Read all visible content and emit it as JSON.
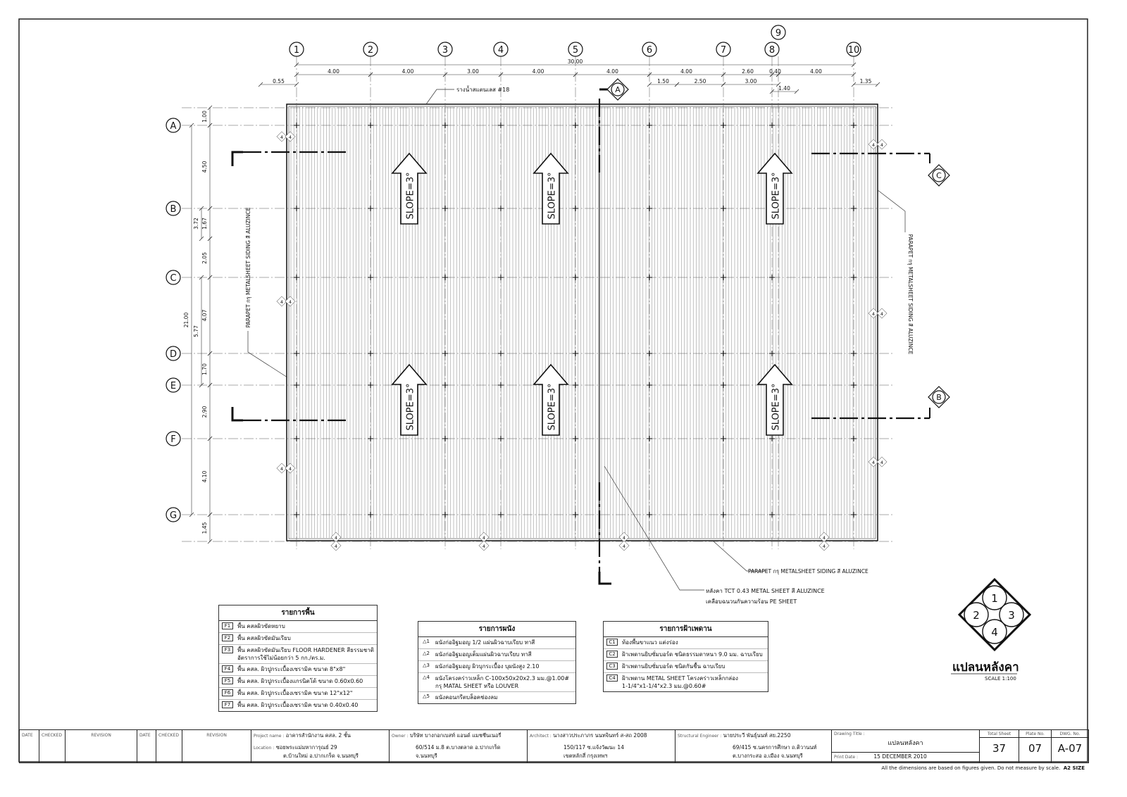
{
  "grid": {
    "columns": [
      "1",
      "2",
      "3",
      "4",
      "5",
      "6",
      "7",
      "8",
      "9",
      "10"
    ],
    "rows": [
      "A",
      "B",
      "C",
      "D",
      "E",
      "F",
      "G"
    ],
    "overall_width": "30.00",
    "col_dims": [
      "4.00",
      "4.00",
      "3.00",
      "4.00",
      "4.00",
      "4.00",
      "2.60",
      "0.40",
      "4.00"
    ],
    "left_overhang": "0.55",
    "right_overhang": "1.35",
    "sub_dims": [
      "1.50",
      "2.50",
      "3.00"
    ],
    "sub_dim_89": "1.40",
    "overall_height": "21.00",
    "row_dims": [
      "4.50",
      "1.67",
      "2.05",
      "4.07",
      "1.70",
      "2.90",
      "4.10"
    ],
    "top_overhang": "1.00",
    "bottom_overhang": "1.45",
    "bc_dim": "3.72",
    "ce_dim": "5.77"
  },
  "labels": {
    "slope": "SLOPE=3°",
    "gutter": "รางน้ำสแตนเลส #18",
    "parapet_vertical": "PARAPET กรุ METALSHEET SIDING สี ALUZINCE",
    "parapet_bottom": "PARAPET กรุ METALSHEET SIDING สี ALUZINCE",
    "roof_note_1": "หลังคา TCT 0.43 METAL SHEET สี ALUZINCE",
    "roof_note_2": "เคลือบฉนวนกันความร้อน PE SHEET",
    "section_a": "A",
    "section_b": "B",
    "section_c": "C",
    "tag_4": "4"
  },
  "legends": {
    "floor": {
      "title": "รายการพื้น",
      "items": [
        {
          "code": "F1",
          "text": "พื้น คสลผิวขัดหยาบ"
        },
        {
          "code": "F2",
          "text": "พื้น คสลผิวขัดมันเรียบ"
        },
        {
          "code": "F3",
          "text": "พื้น คสลผิวขัดมันเรียบ FLOOR HARDENER สีธรรมชาติ\nอัตราการใช้ไม่น้อยกว่า 5 กก./ตร.ม."
        },
        {
          "code": "F4",
          "text": "พื้น คสล. ผิวปูกระเบื้องเซรามิค ขนาด 8\"x8\""
        },
        {
          "code": "F5",
          "text": "พื้น คสล. ผิวปูกระเบื้องแกรนิตโต้ ขนาด 0.60x0.60"
        },
        {
          "code": "F6",
          "text": "พื้น คสล. ผิวปูกระเบื้องเซรามิค ขนาด 12\"x12\""
        },
        {
          "code": "F7",
          "text": "พื้น คสล. ผิวปูกระเบื้องเซรามิค ขนาด 0.40x0.40"
        }
      ]
    },
    "wall": {
      "title": "รายการผนัง",
      "items": [
        {
          "code": "1",
          "text": "ผนังก่ออิฐมอญ 1/2 แผ่นผิวฉาบเรียบ ทาสี"
        },
        {
          "code": "2",
          "text": "ผนังก่ออิฐมอญเต็มแผ่นผิวฉาบเรียบ ทาสี"
        },
        {
          "code": "3",
          "text": "ผนังก่ออิฐมอญ ผิวบุกระเบื้อง บุผนังสูง 2.10"
        },
        {
          "code": "4",
          "text": "ผนังโครงคร่าวเหล็ก C-100x50x20x2.3 มม.@1.00#\nกรุ MATAL SHEET หรือ LOUVER"
        },
        {
          "code": "5",
          "text": "ผนังคอนกรีตบล็อคช่องลม"
        }
      ]
    },
    "ceiling": {
      "title": "รายการฝ้าเพดาน",
      "items": [
        {
          "code": "C1",
          "text": "ท้องพื้นขาแนว แต่งร่อง"
        },
        {
          "code": "C2",
          "text": "ฝ้าเพดานยิบซั่มบอร์ด ชนิดธรรมดาหนา 9.0 มม. ฉาบเรียบ"
        },
        {
          "code": "C3",
          "text": "ฝ้าเพดานยิบซั่มบอร์ด ชนิดกันชื้น ฉาบเรียบ"
        },
        {
          "code": "C4",
          "text": "ฝ้าเพดาน METAL SHEET โครงคร่าวเหล็กกล่อง\n1-1/4\"x1-1/4\"x2.3 มม.@0.60#"
        }
      ]
    }
  },
  "key_plan": [
    "1",
    "2",
    "3",
    "4"
  ],
  "drawing": {
    "title": "แปลนหลังคา",
    "scale": "SCALE 1:100"
  },
  "title_block": {
    "rev_headers": [
      "DATE",
      "CHECKED",
      "REVISION",
      "DATE",
      "CHECKED",
      "REVISION"
    ],
    "project_label": "Project name :",
    "project": "อาคารสำนักงาน คสล. 2 ชั้น",
    "location_label": "Location :",
    "location_1": "ซอยพระแม่มหาการุณย์ 29",
    "location_2": "ต.บ้านใหม่ อ.ปากเกร็ด จ.นนทบุรี",
    "owner_label": "Owner :",
    "owner": "บริษัท บางกอกเบสท์ แอนด์ แมชชีนเนอรี่",
    "owner_addr_1": "60/514 ม.8 ต.บางตลาด อ.ปากเกร็ด",
    "owner_addr_2": "จ.นนทบุรี",
    "architect_label": "Architect :",
    "architect": "นางสาวประภาภร นนทจินทร์ ส-สถ 2008",
    "architect_addr_1": "150/117 ซ.แจ้งวัฒนะ 14",
    "architect_addr_2": "เขตหลักสี่ กรุงเทพฯ",
    "engineer_label": "Structural Engineer :",
    "engineer": "นายประวี พันธุ์นนท์ สย.2250",
    "engineer_addr_1": "69/415 ซ.นครการศึกษา ถ.ติวานนท์",
    "engineer_addr_2": "ต.บางกระสอ อ.เมือง จ.นนทบุรี",
    "drawing_title_label": "Drawing Title :",
    "drawing_title": "แปลนหลังคา",
    "print_date_label": "Print Date :",
    "print_date": "15 DECEMBER 2010",
    "total_sheet_label": "Total Sheet",
    "total_sheet": "37",
    "plate_label": "Plate No.",
    "plate": "07",
    "dwg_label": "DWG. No.",
    "dwg": "A-07"
  },
  "footer": {
    "note": "All the dimensions are based on figures given. Do not measure by scale.",
    "size": "A2 SIZE"
  }
}
